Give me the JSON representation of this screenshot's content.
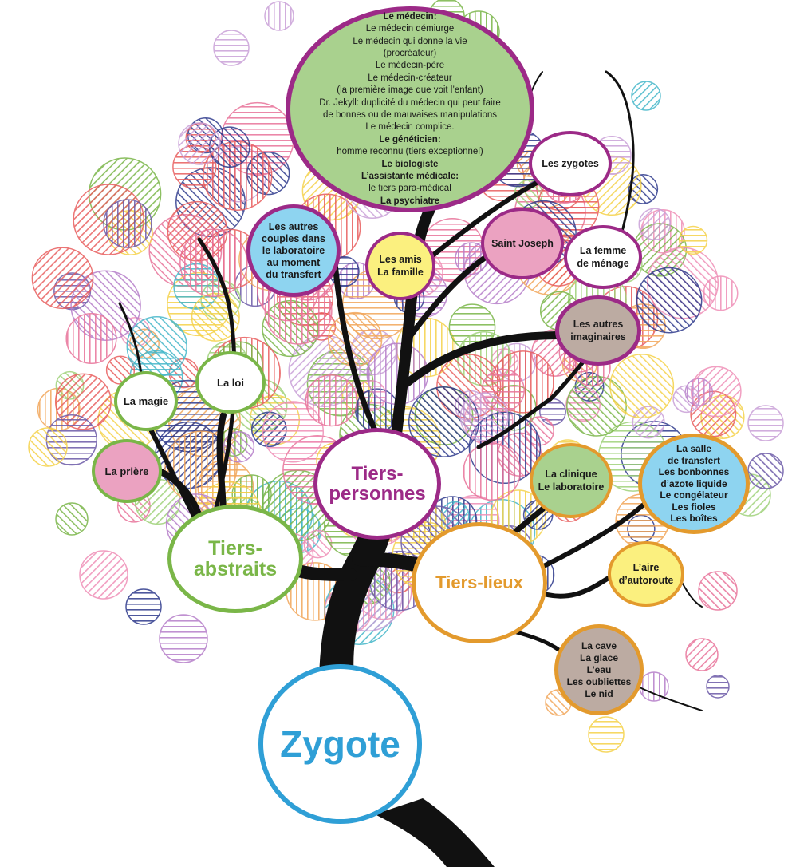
{
  "colors": {
    "trunk": "#111111",
    "green_outline": "#7ab648",
    "purple_outline": "#9c2a87",
    "orange_outline": "#e39a2d",
    "blue_outline": "#2f9fd6",
    "green_fill": "#a9d18e",
    "blue_fill": "#8ed4f0",
    "pink_fill": "#eba2c1",
    "yellow_fill": "#fbf07f",
    "taupe_fill": "#bcaba2",
    "white_fill": "#ffffff",
    "label_green": "#7ab648",
    "label_purple": "#9c2a87",
    "label_orange": "#e39a2d",
    "label_blue": "#2f9fd6"
  },
  "root": {
    "label": "Zygote"
  },
  "branches": {
    "abstraits": {
      "label": [
        "Tiers-",
        "abstraits"
      ],
      "items": {
        "priere": "La prière",
        "magie": "La magie",
        "loi": "La loi"
      }
    },
    "personnes": {
      "label": [
        "Tiers-",
        "personnes"
      ],
      "medecin": [
        {
          "text": "Le médecin:",
          "bold": true
        },
        {
          "text": "Le médecin démiurge",
          "bold": false
        },
        {
          "text": "Le médecin qui donne la vie",
          "bold": false
        },
        {
          "text": "(procréateur)",
          "bold": false
        },
        {
          "text": "Le médecin-père",
          "bold": false
        },
        {
          "text": "Le médecin-créateur",
          "bold": false
        },
        {
          "text": "(la première image que voit l’enfant)",
          "bold": false
        },
        {
          "text": "Dr. Jekyll: duplicité du médecin qui peut faire",
          "bold": false
        },
        {
          "text": "de bonnes ou de mauvaises manipulations",
          "bold": false
        },
        {
          "text": "Le médecin complice.",
          "bold": false
        },
        {
          "text": "Le généticien:",
          "bold": true
        },
        {
          "text": "homme reconnu (tiers exceptionnel)",
          "bold": false
        },
        {
          "text": "Le biologiste",
          "bold": true
        },
        {
          "text": "L’assistante médicale:",
          "bold": true
        },
        {
          "text": "le tiers para-médical",
          "bold": false
        },
        {
          "text": "La psychiatre",
          "bold": true
        }
      ],
      "autres_couples": [
        "Les autres",
        "couples dans",
        "le laboratoire",
        "au moment",
        "du transfert"
      ],
      "amis": [
        "Les amis",
        "La famille"
      ],
      "zygotes": [
        "Les zygotes"
      ],
      "saint_joseph": [
        "Saint Joseph"
      ],
      "femme_menage": [
        "La femme",
        "de ménage"
      ],
      "imaginaires": [
        "Les autres",
        "imaginaires"
      ]
    },
    "lieux": {
      "label": [
        "Tiers-lieux"
      ],
      "clinique": [
        "La clinique",
        "Le laboratoire"
      ],
      "salle": [
        "La salle",
        "de transfert",
        "Les bonbonnes",
        "d’azote liquide",
        "Le congélateur",
        "Les fioles",
        "Les boîtes"
      ],
      "aire": [
        "L’aire",
        "d’autoroute"
      ],
      "cave": [
        "La cave",
        "La glace",
        "L’eau",
        "Les oubliettes",
        "Le nid"
      ]
    }
  }
}
